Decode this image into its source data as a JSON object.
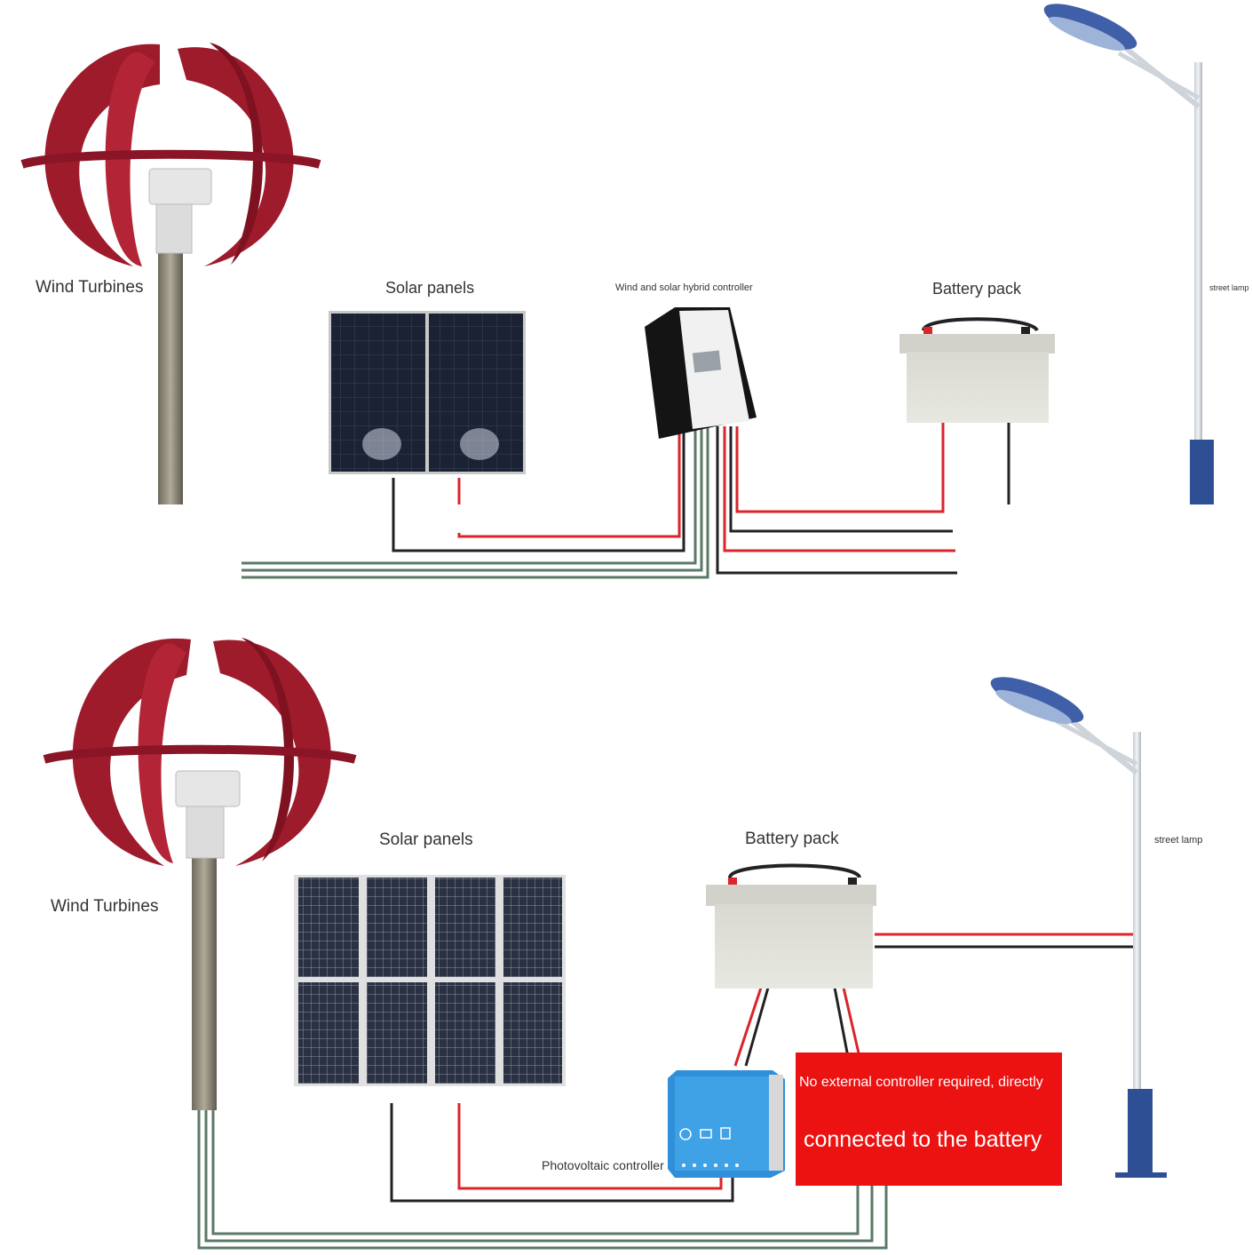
{
  "top": {
    "wind_label": "Wind Turbines",
    "solar_label": "Solar panels",
    "controller_label": "Wind and solar hybrid controller",
    "battery_label": "Battery pack",
    "lamp_label": "street lamp"
  },
  "bottom": {
    "wind_label": "Wind Turbines",
    "solar_label": "Solar panels",
    "battery_label": "Battery pack",
    "lamp_label": "street lamp",
    "pv_controller_label": "Photovoltaic controller",
    "callout_line1": "No external controller required, directly",
    "callout_line2": "connected to the battery"
  },
  "colors": {
    "turbine": "#9e1b2c",
    "wire_red": "#d9252b",
    "wire_black": "#222222",
    "wire_green": "#5a7a65",
    "callout": "#ec1212",
    "lamp_head": "#3f5fa8",
    "controller_blue": "#2f8fd8"
  }
}
